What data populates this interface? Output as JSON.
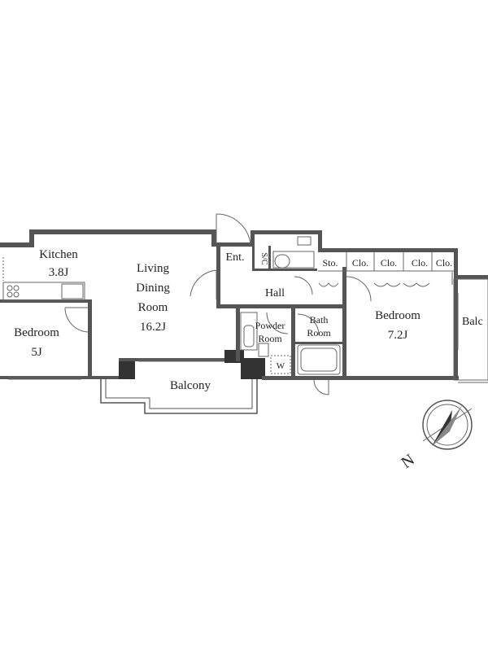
{
  "rooms": {
    "kitchen": {
      "name": "Kitchen",
      "size": "3.8J"
    },
    "living": {
      "line1": "Living",
      "line2": "Dining",
      "line3": "Room",
      "size": "16.2J"
    },
    "bedroom_left": {
      "name": "Bedroom",
      "size": "5J"
    },
    "bedroom_right": {
      "name": "Bedroom",
      "size": "7.2J"
    },
    "balcony_main": {
      "name": "Balcony"
    },
    "balcony_right": {
      "name": "Balc"
    },
    "entrance": {
      "name": "Ent."
    },
    "shoe_closet": {
      "name": "S/C"
    },
    "storage": {
      "name": "Sto."
    },
    "closet": {
      "name": "Clo."
    },
    "hall": {
      "name": "Hall"
    },
    "powder": {
      "line1": "Powder",
      "line2": "Room"
    },
    "bath": {
      "line1": "Bath",
      "line2": "Room"
    },
    "washer": {
      "name": "W"
    }
  },
  "compass": {
    "north_label": "N"
  },
  "colors": {
    "wall": "#555555",
    "background": "#ffffff"
  }
}
